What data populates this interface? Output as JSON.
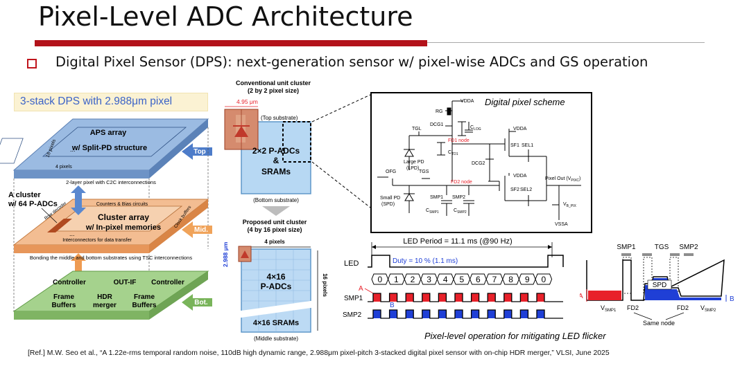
{
  "slide": {
    "title": "Pixel-Level ADC Architecture",
    "bullet": "Digital Pixel Sensor (DPS): next-generation sensor w/ pixel-wise ADCs and GS operation",
    "reference": "[Ref.] M.W. Seo et al., “A 1.22e-rms temporal random noise, 110dB high dynamic range, 2.988μm pixel-pitch 3-stacked digital pixel sensor with on-chip HDR merger,” VLSI, June 2025"
  },
  "stack": {
    "caption": "3-stack DPS with 2.988μm pixel",
    "top_title": "APS array",
    "top_subtitle": "w/ Split-PD structure",
    "top_pixels_v": "16 pixels",
    "top_pixels_h": "4 pixels",
    "top_arrow": "Top",
    "interconnect_top": "2-layer pixel with C2C interconnections",
    "cluster_label_1": "A cluster",
    "cluster_label_2": "w/ 64 P-ADCs",
    "mid_counters": "Counters & Bias circuits",
    "mid_title": "Cluster array",
    "mid_subtitle": "w/ In-pixel memories",
    "mid_row_decoder": "Row decoder",
    "mid_clock_buffers": "Clock buffers",
    "mid_interconnectors": "Interconnectors for data transfer",
    "mid_arrow": "Mid.",
    "bonding": "Bonding the middle and bottom substrates using TSC interconnections",
    "bot_controller_left": "Controller",
    "bot_outif": "OUT-IF",
    "bot_controller_right": "Controller",
    "bot_frame_left_1": "Frame",
    "bot_frame_left_2": "Buffers",
    "bot_hdr_1": "HDR",
    "bot_hdr_2": "merger",
    "bot_frame_right_1": "Frame",
    "bot_frame_right_2": "Buffers",
    "bot_arrow": "Bot.",
    "dots": "..."
  },
  "cluster": {
    "conv_title_1": "Conventional unit cluster",
    "conv_title_2": "(2 by 2 pixel size)",
    "width_label": "4.95 μm",
    "top_substrate": "(Top substrate)",
    "padc": "2×2 P-ADCs",
    "amp": "&",
    "srams": "SRAMs",
    "bottom_substrate": "(Bottom substrate)",
    "prop_title_1": "Proposed unit cluster",
    "prop_title_2": "(4 by 16 pixel size)",
    "pitch_label": "2.988 μm",
    "four_pixels": "4 pixels",
    "sixteen_pixels": "16 pixels",
    "padc_4x16_1": "4×16",
    "padc_4x16_2": "P-ADCs",
    "srams_4x16": "4×16 SRAMs",
    "middle_substrate": "(Middle substrate)"
  },
  "scheme": {
    "title": "Digital pixel scheme",
    "vdda_1": "VDDA",
    "rg": "RG",
    "dcg1": "DCG1",
    "clog": "C",
    "clog_sub": "LOG",
    "tgl": "TGL",
    "fd1": "FD1 node",
    "ctd1": "C",
    "ctd1_sub": "TD1",
    "large_pd_1": "Large PD",
    "large_pd_2": "(LPD)",
    "vdda_2": "VDDA",
    "sf1": "SF1",
    "sel1": "SEL1",
    "dcg2": "DCG2",
    "ofg": "OFG",
    "tgs": "TGS",
    "fd2": "FD2 node",
    "vdda_3": "VDDA",
    "sf2": "SF2",
    "sel2": "SEL2",
    "pixel_out": "Pixel Out (V",
    "pixel_out_sub": "PIXC",
    "pixel_out_end": ")",
    "small_pd_1": "Small PD",
    "small_pd_2": "(SPD)",
    "smp1": "SMP1",
    "smp2": "SMP2",
    "csmp1": "C",
    "csmp1_sub": "SMP1",
    "csmp2": "C",
    "csmp2_sub": "SMP2",
    "vb": "V",
    "vb_sub": "B_PIX",
    "vssa": "VSSA"
  },
  "timing": {
    "period": "LED Period = 11.1 ms (@90 Hz)",
    "duty": "Duty = 10 % (1.1 ms)",
    "led": "LED",
    "smp1": "SMP1",
    "smp2": "SMP2",
    "a": "A",
    "b": "B",
    "frames": [
      "0",
      "1",
      "2",
      "3",
      "4",
      "5",
      "6",
      "7",
      "8",
      "9",
      "0"
    ],
    "caption": "Pixel-level operation for mitigating LED flicker",
    "p_smp1": "SMP1",
    "p_tgs": "TGS",
    "p_smp2": "SMP2",
    "p_spd": "SPD",
    "p_a": "A",
    "p_b": "B",
    "p_vsmp1": "V",
    "p_vsmp1_sub": "SMP1",
    "p_fd2_left": "FD2",
    "p_fd2_right": "FD2",
    "p_vsmp2": "V",
    "p_vsmp2_sub": "SMP2",
    "p_same_node": "Same node"
  },
  "colors": {
    "accent_red": "#b3121a",
    "caption_blue": "#3a62c7",
    "top_layer": "#8fb0da",
    "mid_layer": "#f2b88a",
    "bot_layer": "#9fcd86",
    "signal_red": "#e8212a",
    "signal_blue": "#1f3fd6",
    "cluster_blue": "#9cc8ee",
    "pd_brown": "#c0392b"
  }
}
